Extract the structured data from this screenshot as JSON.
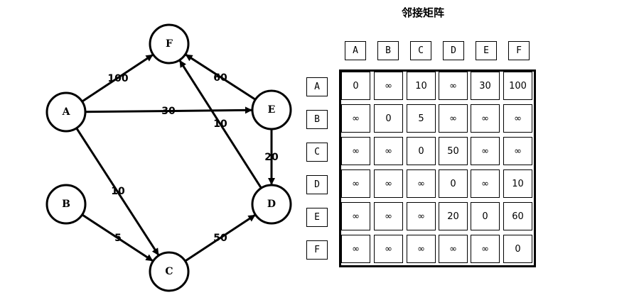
{
  "matrix": {
    "title": "邻接矩阵",
    "col_headers": [
      "A",
      "B",
      "C",
      "D",
      "E",
      "F"
    ],
    "row_headers": [
      "A",
      "B",
      "C",
      "D",
      "E",
      "F"
    ],
    "rows": [
      [
        "0",
        "∞",
        "10",
        "∞",
        "30",
        "100"
      ],
      [
        "∞",
        "0",
        "5",
        "∞",
        "∞",
        "∞"
      ],
      [
        "∞",
        "∞",
        "0",
        "50",
        "∞",
        "∞"
      ],
      [
        "∞",
        "∞",
        "∞",
        "0",
        "∞",
        "10"
      ],
      [
        "∞",
        "∞",
        "∞",
        "20",
        "0",
        "60"
      ],
      [
        "∞",
        "∞",
        "∞",
        "∞",
        "∞",
        "0"
      ]
    ]
  },
  "graph": {
    "nodes": [
      "A",
      "B",
      "C",
      "D",
      "E",
      "F"
    ],
    "edges": [
      {
        "from": "A",
        "to": "F",
        "weight": "100"
      },
      {
        "from": "A",
        "to": "E",
        "weight": "30"
      },
      {
        "from": "A",
        "to": "C",
        "weight": "10"
      },
      {
        "from": "B",
        "to": "C",
        "weight": "5"
      },
      {
        "from": "C",
        "to": "D",
        "weight": "50"
      },
      {
        "from": "D",
        "to": "F",
        "weight": "10"
      },
      {
        "from": "E",
        "to": "D",
        "weight": "20"
      },
      {
        "from": "E",
        "to": "F",
        "weight": "60"
      }
    ]
  }
}
